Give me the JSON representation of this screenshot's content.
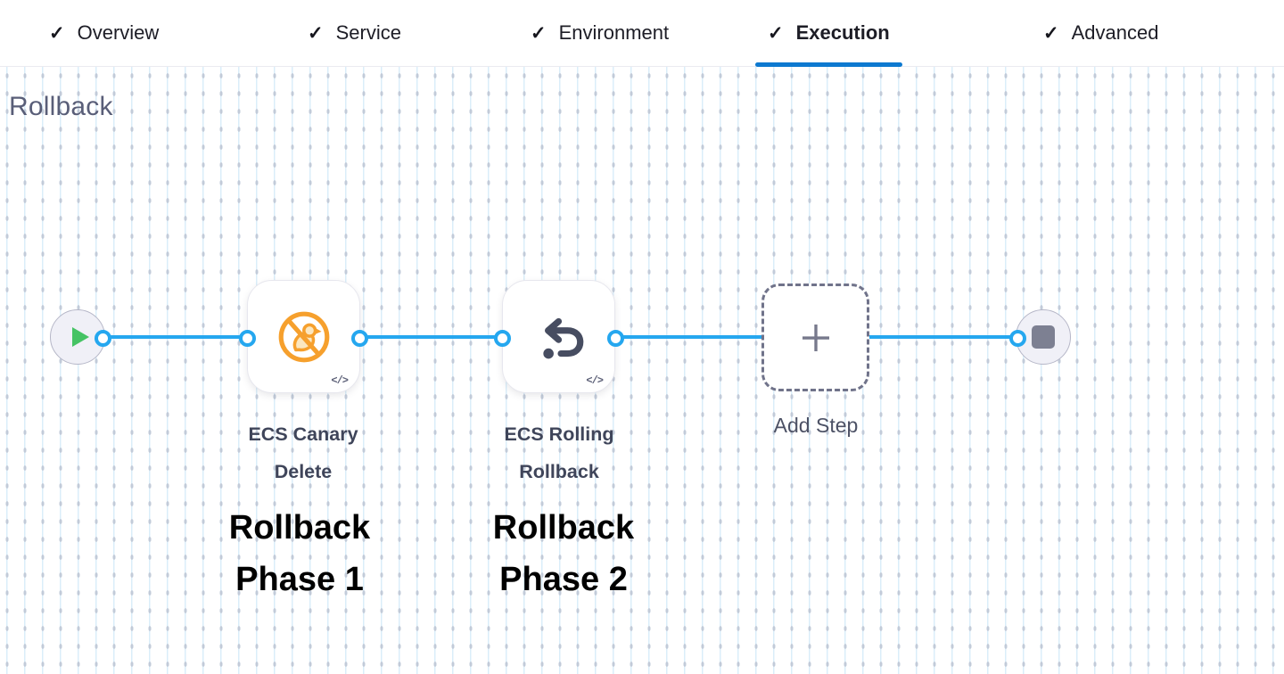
{
  "tab_bar": {
    "check_glyph": "✓",
    "active_tab": "Execution",
    "tabs": [
      {
        "label": "Overview"
      },
      {
        "label": "Service"
      },
      {
        "label": "Environment"
      },
      {
        "label": "Execution"
      },
      {
        "label": "Advanced"
      }
    ]
  },
  "canvas": {
    "heading": "Rollback",
    "start_node": {
      "icon": "play-icon"
    },
    "end_node": {
      "icon": "stop-icon"
    },
    "steps": [
      {
        "label": "ECS Canary Delete",
        "icon": "canary-delete-icon",
        "code_badge": "</>",
        "annotation": "Rollback Phase 1"
      },
      {
        "label": "ECS Rolling Rollback",
        "icon": "rollback-arrow-icon",
        "code_badge": "</>",
        "annotation": "Rollback Phase 2"
      }
    ],
    "add_step": {
      "label": "Add Step",
      "icon": "plus-icon"
    }
  },
  "colors": {
    "active_tab_underline": "#0d79d0",
    "connector_blue": "#25a7ef",
    "canary_orange": "#f6a02d",
    "rollback_slate": "#474d61",
    "play_green": "#45c364",
    "stop_gray": "#7d8092",
    "heading_text": "#595e78",
    "annotation_text": "#000000"
  }
}
